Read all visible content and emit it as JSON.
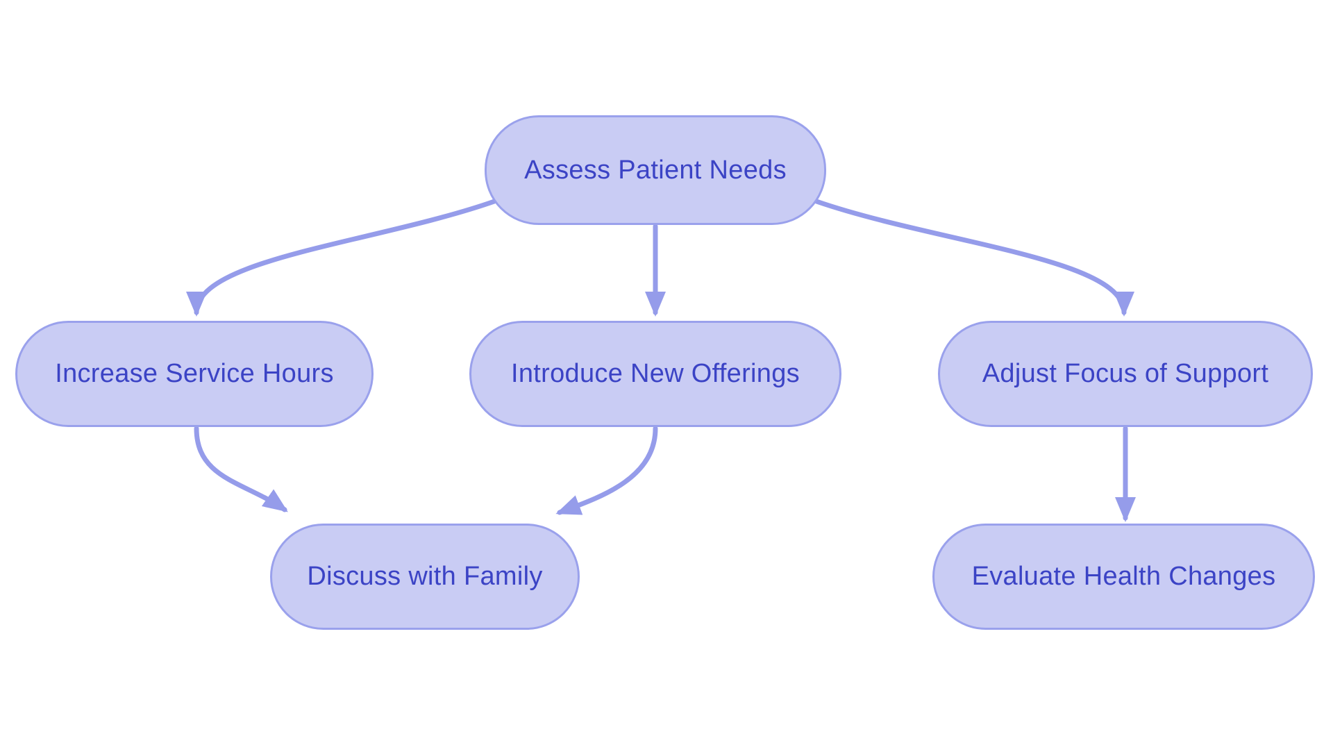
{
  "diagram": {
    "type": "flowchart",
    "direction": "top-down",
    "colors": {
      "background": "#ffffff",
      "node_fill": "#c9ccf4",
      "node_border": "#9aa1ec",
      "arrow": "#959cea",
      "text": "#3b43c5"
    },
    "nodes": [
      {
        "id": "assess",
        "label": "Assess Patient Needs"
      },
      {
        "id": "increase",
        "label": "Increase Service Hours"
      },
      {
        "id": "introduce",
        "label": "Introduce New Offerings"
      },
      {
        "id": "adjust",
        "label": "Adjust Focus of Support"
      },
      {
        "id": "discuss",
        "label": "Discuss with Family"
      },
      {
        "id": "evaluate",
        "label": "Evaluate Health Changes"
      }
    ],
    "edges": [
      {
        "from": "assess",
        "to": "increase"
      },
      {
        "from": "assess",
        "to": "introduce"
      },
      {
        "from": "assess",
        "to": "adjust"
      },
      {
        "from": "increase",
        "to": "discuss"
      },
      {
        "from": "introduce",
        "to": "discuss"
      },
      {
        "from": "adjust",
        "to": "evaluate"
      }
    ]
  }
}
